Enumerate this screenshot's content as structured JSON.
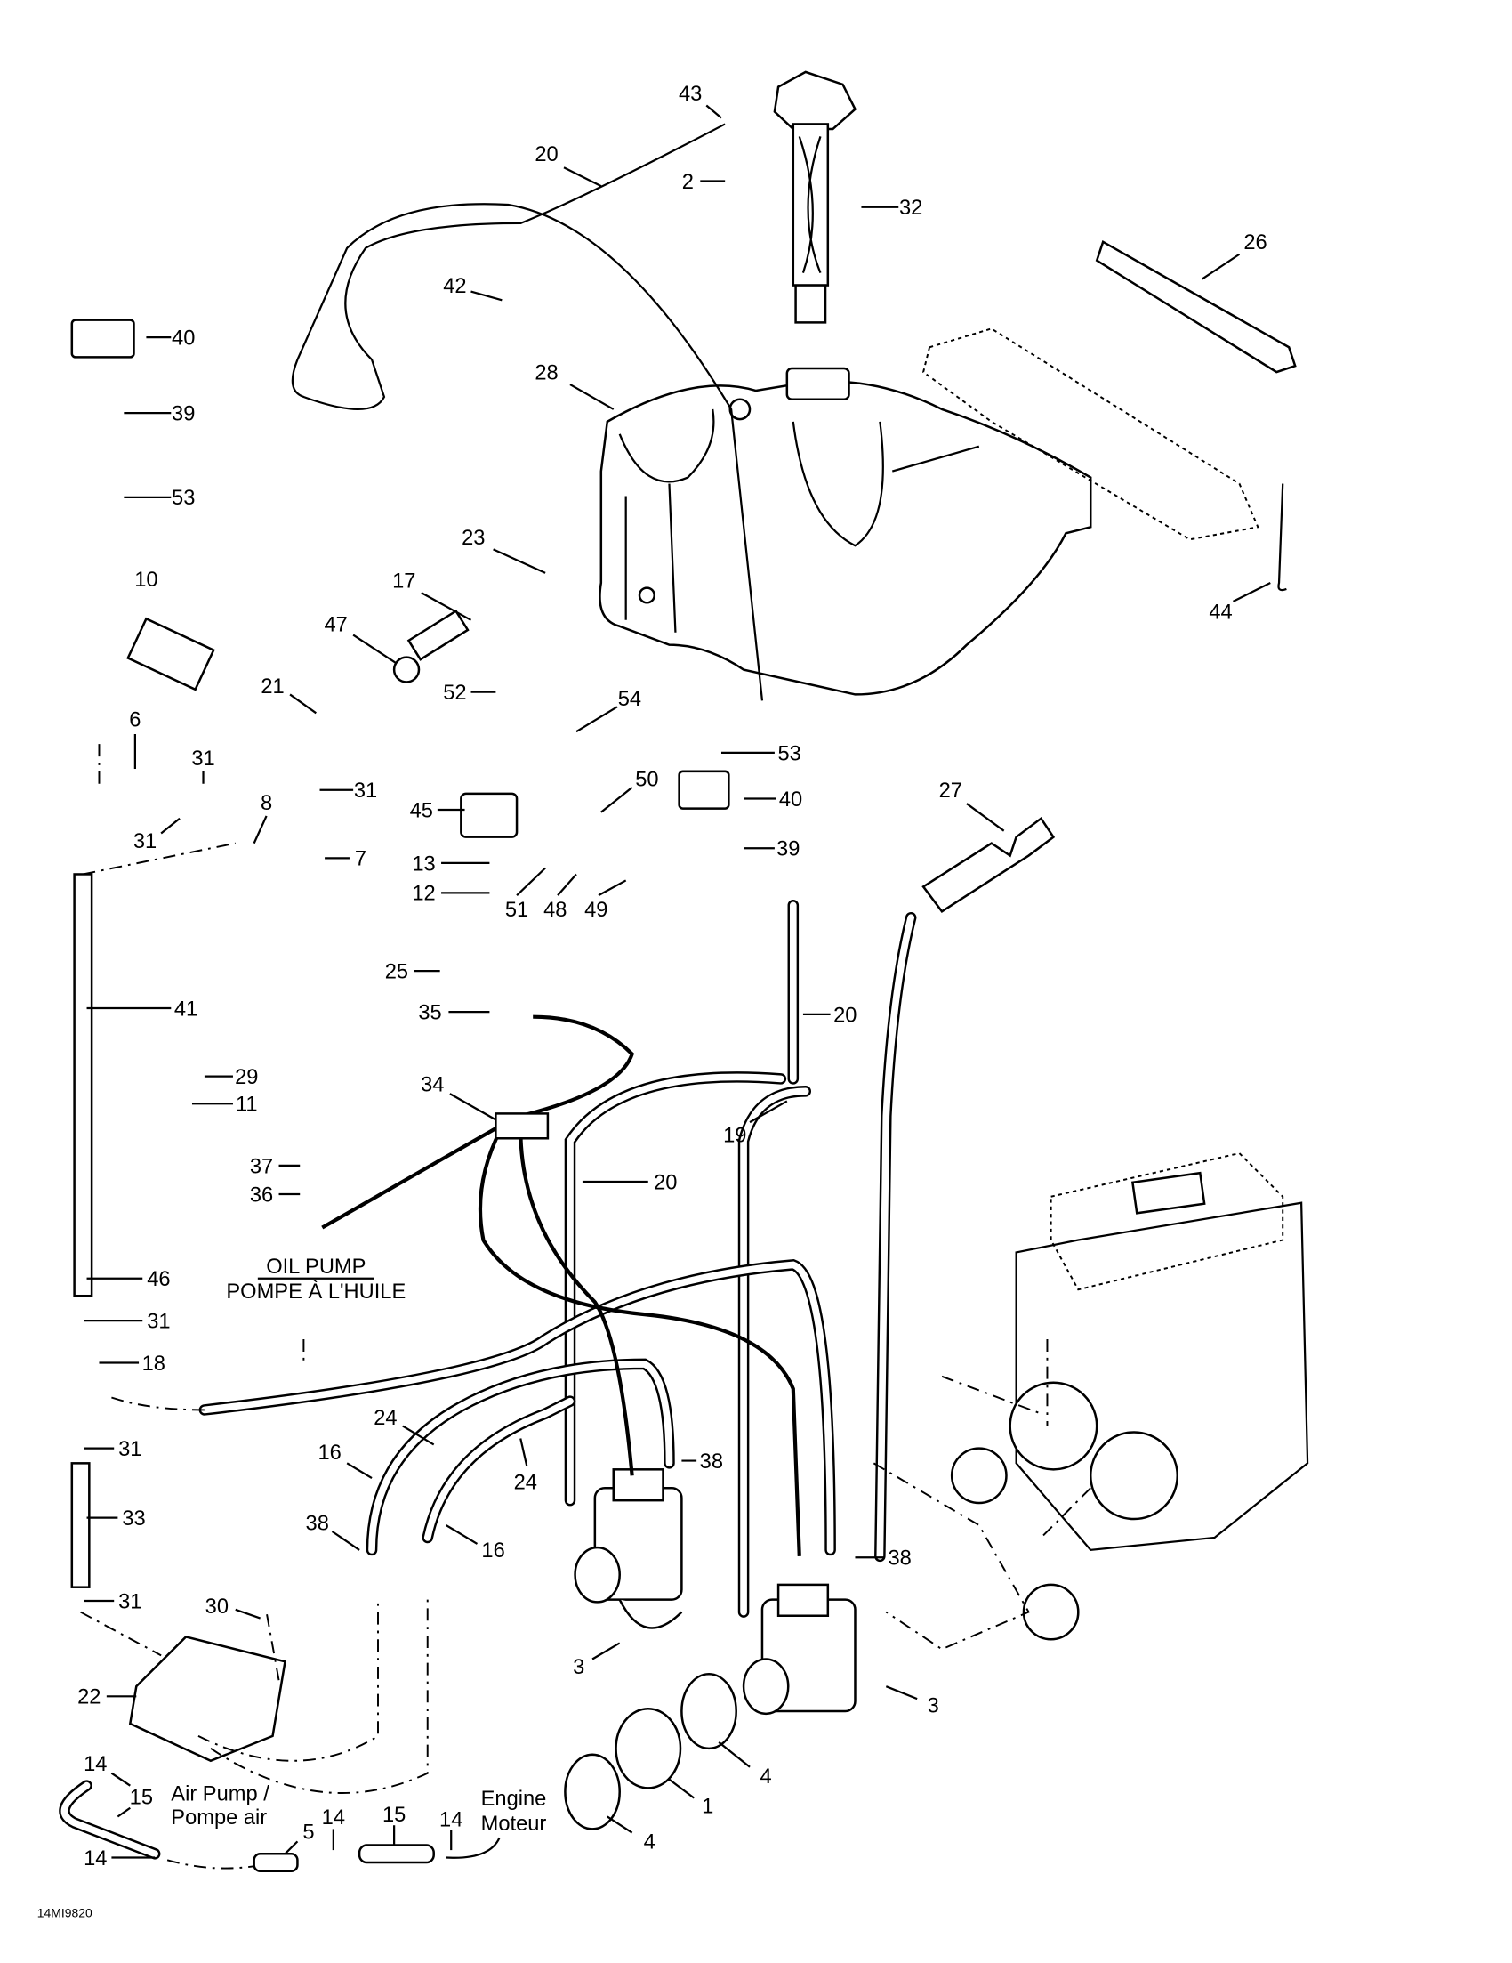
{
  "callouts": [
    "43",
    "20",
    "2",
    "32",
    "26",
    "40",
    "42",
    "28",
    "39",
    "53",
    "23",
    "17",
    "10",
    "47",
    "44",
    "21",
    "52",
    "54",
    "53",
    "6",
    "31",
    "31",
    "8",
    "50",
    "40",
    "45",
    "27",
    "31",
    "7",
    "13",
    "39",
    "12",
    "51",
    "48",
    "49",
    "25",
    "41",
    "35",
    "20",
    "29",
    "11",
    "34",
    "19",
    "37",
    "20",
    "36",
    "46",
    "31",
    "18",
    "24",
    "31",
    "16",
    "38",
    "24",
    "33",
    "38",
    "16",
    "38",
    "31",
    "30",
    "3",
    "22",
    "3",
    "14",
    "4",
    "15",
    "5",
    "14",
    "15",
    "14",
    "1",
    "4",
    "14"
  ],
  "notes": {
    "oil_pump_en": "OIL PUMP",
    "oil_pump_fr": "POMPE À L'HUILE",
    "air_pump_en": "Air Pump /",
    "air_pump_fr": "Pompe air",
    "engine_en": "Engine",
    "engine_fr": "Moteur"
  },
  "drawing_code": "14MI9820"
}
